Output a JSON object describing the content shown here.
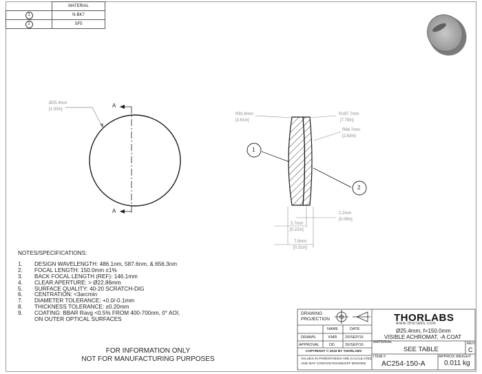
{
  "material_table": {
    "header": "MATERIAL",
    "rows": [
      {
        "balloon": "1",
        "material": "N-BK7"
      },
      {
        "balloon": "2",
        "material": "SF5"
      }
    ]
  },
  "front_view": {
    "diameter_mm": "Ø25.4mm",
    "diameter_in": "[1.00in]",
    "section_label_top": "A",
    "section_label_bottom": "A"
  },
  "side_view": {
    "r1_mm": "R91.6mm",
    "r1_in": "[3.61in]",
    "r2_mm": "R197.7mm",
    "r2_in": "[7.78in]",
    "r3_mm": "R66.7mm",
    "r3_in": "[2.63in]",
    "balloon_1": "1",
    "balloon_2": "2",
    "edge_mm": "2.2mm",
    "edge_in": "[0.09in]",
    "t1_mm": "5.7mm",
    "t1_in": "[0.22in]",
    "t2_mm": "7.9mm",
    "t2_in": "[0.31in]"
  },
  "notes": {
    "heading": "NOTES/SPECIFICATIONS:",
    "items": [
      {
        "n": "1.",
        "text": "DESIGN WAVELENGTH: 486.1nm, 587.6nm, & 656.3nm"
      },
      {
        "n": "2.",
        "text": "FOCAL LENGTH: 150.0mm ±1%"
      },
      {
        "n": "3.",
        "text": "BACK FOCAL LENGTH (REF): 146.1mm"
      },
      {
        "n": "4.",
        "text": "CLEAR APERTURE: > Ø22.86mm"
      },
      {
        "n": "5.",
        "text": "SURFACE QUALITY: 40-20 SCRATCH-DIG"
      },
      {
        "n": "6.",
        "text": "CENTRATION: <3arcmin"
      },
      {
        "n": "7.",
        "text": "DIAMETER TOLERANCE: +0.0/-0.1mm"
      },
      {
        "n": "8.",
        "text": "THICKNESS TOLERANCE: ±0.20mm"
      },
      {
        "n": "9.",
        "text": "COATING: BBAR Ravg <0.5% FROM 400-700nm, 0° AOI,"
      }
    ],
    "continuation": "ON OUTER OPTICAL SURFACES"
  },
  "disclaimer": {
    "line1": "FOR INFORMATION ONLY",
    "line2": "NOT FOR MANUFACTURING PURPOSES"
  },
  "title_block": {
    "drawing_projection": "DRAWING PROJECTION",
    "name_header": "NAME",
    "date_header": "DATE",
    "drawn_label": "DRAWN",
    "drawn_name": "KMR",
    "drawn_date": "20/SEP/16",
    "approval_label": "APPROVAL",
    "approval_name": "DD",
    "approval_date": "26/SEP/16",
    "copyright": "COPYRIGHT © 2016 BY THORLABS",
    "values_note_1": "VALUES IN PARENTHESIS ARE CALCULATED",
    "values_note_2": "AND MAY CONTAIN ROUNDOFF ERRORS",
    "logo": "THORLABS",
    "url": "www.thorlabs.com",
    "desc_line1": "Ø25.4mm, f=150.0mm",
    "desc_line2": "VISIBLE ACHROMAT, -A COAT",
    "material_label": "MATERIAL",
    "material_value": "SEE TABLE",
    "rev_label": "REV",
    "rev_value": "C",
    "item_label": "ITEM #",
    "item_value": "AC254-150-A",
    "weight_label": "APPROX WEIGHT",
    "weight_value": "0.011 kg"
  },
  "colors": {
    "line": "#1a1a1a",
    "dimension": "#8a8a8a",
    "border": "#9a9a9a"
  }
}
